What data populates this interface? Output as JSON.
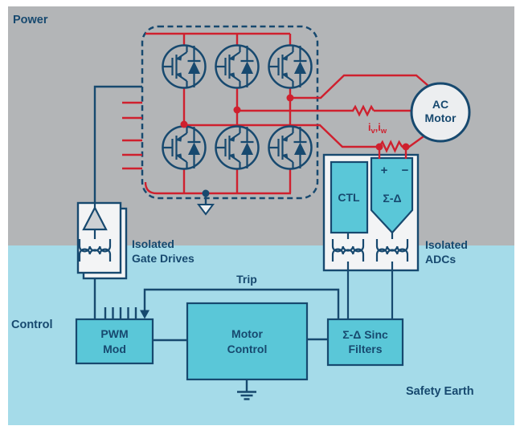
{
  "colors": {
    "navy": "#17496f",
    "red": "#cf202e",
    "cyan": "#5ac7d8",
    "gray_bg": "#b3b5b7",
    "blue_bg": "#a5dbe9",
    "box_fill": "#f3f4f5",
    "motor_fill": "#eceef0",
    "amp_fill": "#ced1d4"
  },
  "regions": {
    "power": "Power",
    "control": "Control",
    "safety_earth": "Safety Earth"
  },
  "inverter": {
    "igbt_rows": 2,
    "igbt_cols": 3
  },
  "motor": {
    "line1": "AC",
    "line2": "Motor"
  },
  "current_label": {
    "i1": "i",
    "s1": "v",
    "i2": ",i",
    "s2": "w"
  },
  "gate_drives": {
    "caption1": "Isolated",
    "caption2": "Gate Drives"
  },
  "adcs": {
    "caption1": "Isolated",
    "caption2": "ADCs",
    "ctl": "CTL",
    "sigma": "Σ-Δ",
    "plus": "+",
    "minus": "−"
  },
  "blocks": {
    "pwm": {
      "line1": "PWM",
      "line2": "Mod"
    },
    "motor_control": {
      "line1": "Motor",
      "line2": "Control"
    },
    "sinc": {
      "line1": "Σ-Δ Sinc",
      "line2": "Filters"
    }
  },
  "trip": "Trip"
}
